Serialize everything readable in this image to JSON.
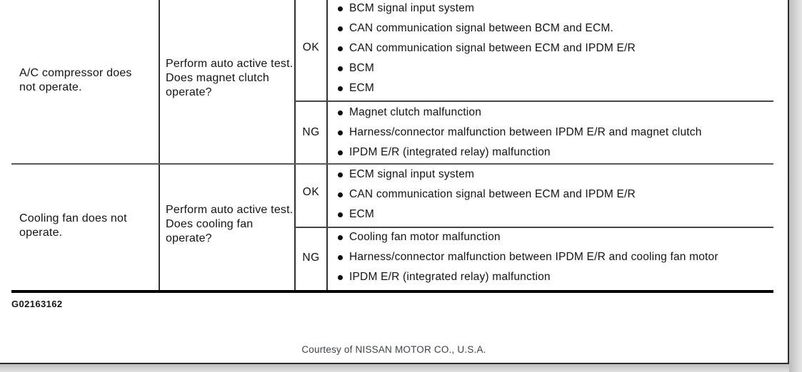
{
  "page": {
    "graphic_id": "G02163162",
    "footer": "Courtesy of NISSAN MOTOR CO., U.S.A."
  },
  "colors": {
    "table_line": "#3a3a3a",
    "thick_border": "#000000",
    "footer_text": "#3d4147",
    "page_background": "#ffffff"
  },
  "table": {
    "rows": [
      {
        "symptom": "A/C compressor does not operate.",
        "test": "Perform auto active test. Does magnet clutch operate?",
        "sections": [
          {
            "result": "OK",
            "causes": [
              "BCM signal input system",
              "CAN communication signal between BCM and ECM.",
              "CAN communication signal between ECM and IPDM E/R",
              "BCM",
              "ECM"
            ]
          },
          {
            "result": "NG",
            "causes": [
              "Magnet clutch malfunction",
              "Harness/connector malfunction between IPDM E/R and magnet clutch",
              "IPDM E/R (integrated relay) malfunction"
            ]
          }
        ]
      },
      {
        "symptom": "Cooling fan does not operate.",
        "test": "Perform auto active test. Does cooling fan operate?",
        "sections": [
          {
            "result": "OK",
            "causes": [
              "ECM signal input system",
              "CAN communication signal between ECM and IPDM E/R",
              "ECM"
            ]
          },
          {
            "result": "NG",
            "causes": [
              "Cooling fan motor malfunction",
              "Harness/connector malfunction between IPDM E/R and cooling fan motor",
              "IPDM E/R (integrated relay) malfunction"
            ]
          }
        ]
      }
    ]
  }
}
